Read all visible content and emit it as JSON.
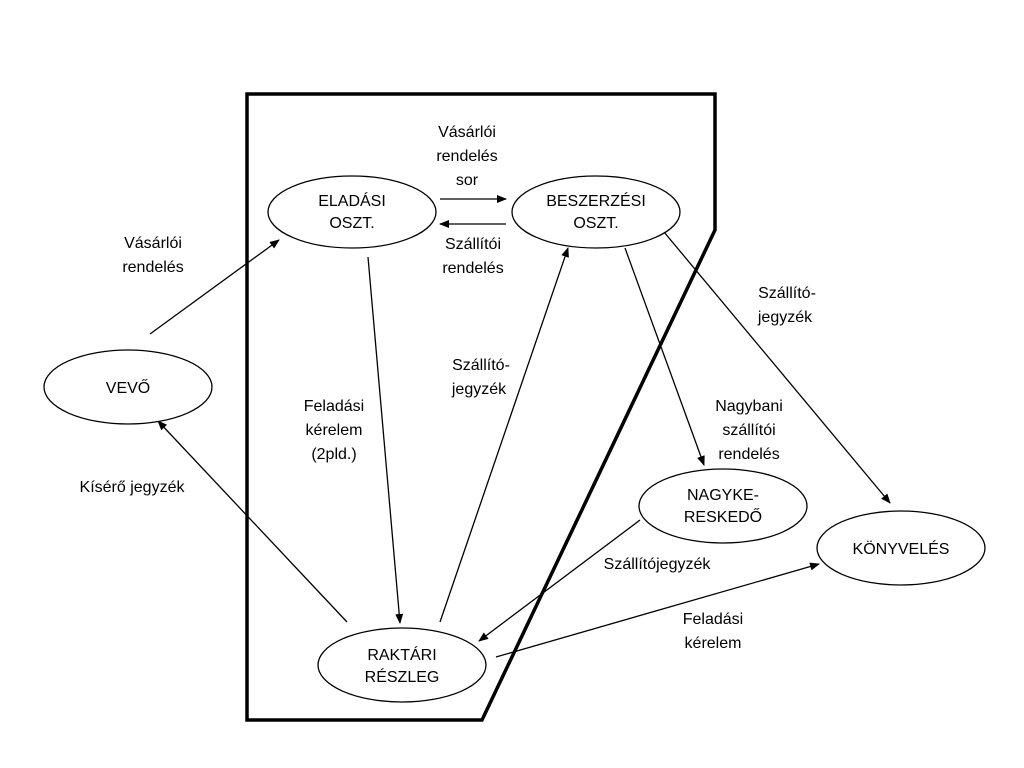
{
  "nodes": {
    "eladasi": [
      "ELADÁSI",
      "OSZT."
    ],
    "beszerzesi": [
      "BESZERZÉSI",
      "OSZT."
    ],
    "vevo": [
      "VEVŐ"
    ],
    "nagykereskedo": [
      "NAGYKE-",
      "RESKEDŐ"
    ],
    "konyveles": [
      "KÖNYVELÉS"
    ],
    "raktari": [
      "RAKTÁRI",
      "RÉSZLEG"
    ]
  },
  "edges": {
    "vasarloi_rendeles_sor": [
      "Vásárlói",
      "rendelés",
      "sor"
    ],
    "szallitoi_rendeles": [
      "Szállítói",
      "rendelés"
    ],
    "vasarloi_rendeles": [
      "Vásárlói",
      "rendelés"
    ],
    "szallitojegyzek_konyveles": [
      "Szállító-",
      "jegyzék"
    ],
    "szallitojegyzek_raktar": [
      "Szállító-",
      "jegyzék"
    ],
    "feladasi_kerelem_2pld": [
      "Feladási",
      "kérelem",
      "(2pld.)"
    ],
    "nagybani_szallitoi_rendeles": [
      "Nagybani",
      "szállítói",
      "rendelés"
    ],
    "kisero_jegyzek": [
      "Kísérő jegyzék"
    ],
    "szallitojegyzek_nagyker": [
      "Szállítójegyzék"
    ],
    "feladasi_kerelem": [
      "Feladási",
      "kérelem"
    ]
  }
}
